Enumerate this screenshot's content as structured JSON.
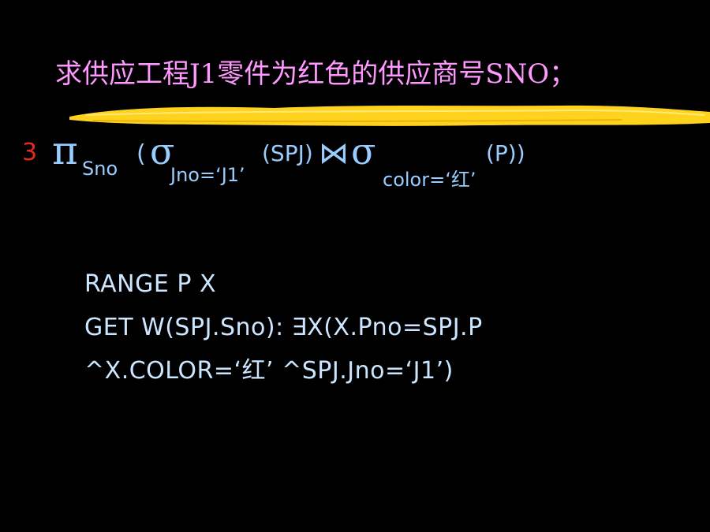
{
  "slide": {
    "title": "求供应工程J1零件为红色的供应商号SNO；",
    "item_number": "3",
    "formula": {
      "pi": "π",
      "pi_sub": "Sno",
      "open_paren": "(",
      "sigma1": "σ",
      "sigma1_sub": "Jno=‘J1’",
      "rel1": "(SPJ)",
      "join": "⋈",
      "sigma2": "σ",
      "sigma2_sub": "color=‘红’",
      "rel2": "(P))"
    },
    "code_lines": [
      "RANGE P X",
      "GET W(SPJ.Sno): ∃X(X.Pno=SPJ.P",
      "^X.COLOR=‘红’ ^SPJ.Jno=‘J1’)"
    ]
  },
  "colors": {
    "background": "#000000",
    "title": "#ff99ff",
    "brush": "#ffd21e",
    "number": "#e8281e",
    "formula": "#99ccff",
    "code": "#cce6ff"
  }
}
